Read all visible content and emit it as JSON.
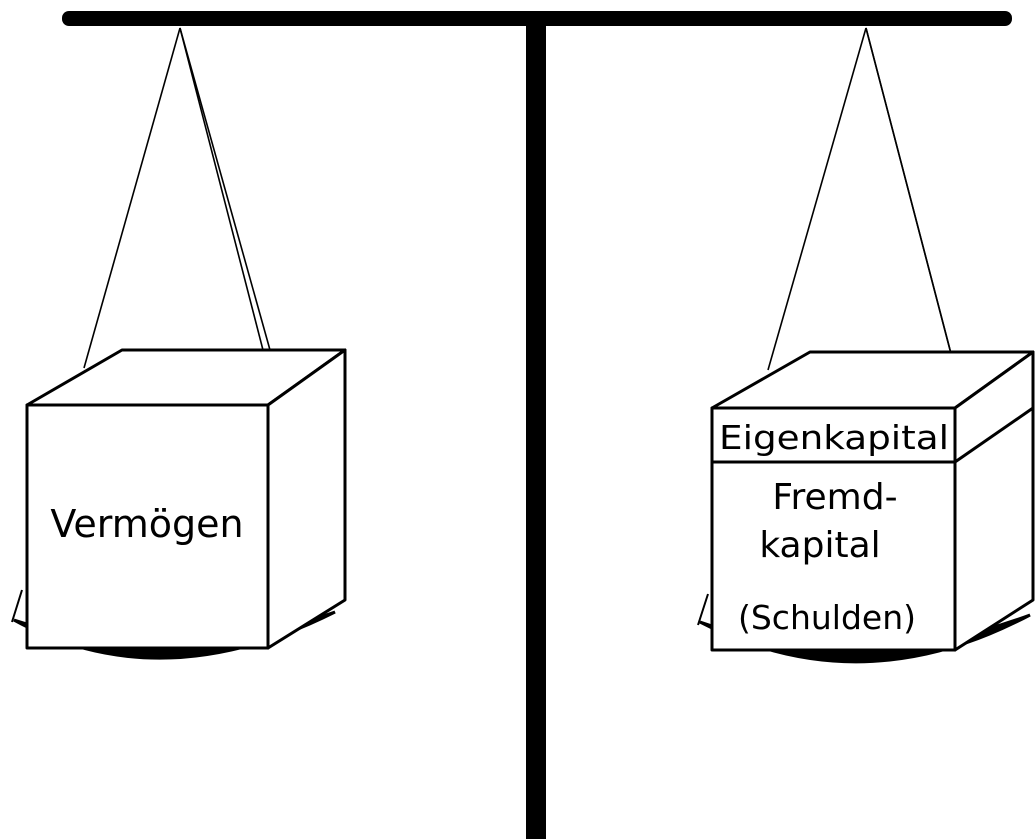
{
  "diagram": {
    "left_pan": {
      "label": "Vermögen"
    },
    "right_pan": {
      "top_label": "Eigenkapital",
      "bottom_label_line1": "Fremd-",
      "bottom_label_line2": "kapital",
      "bottom_label_line3": "(Schulden)"
    },
    "colors": {
      "ink": "#000000",
      "paper": "#ffffff"
    }
  }
}
